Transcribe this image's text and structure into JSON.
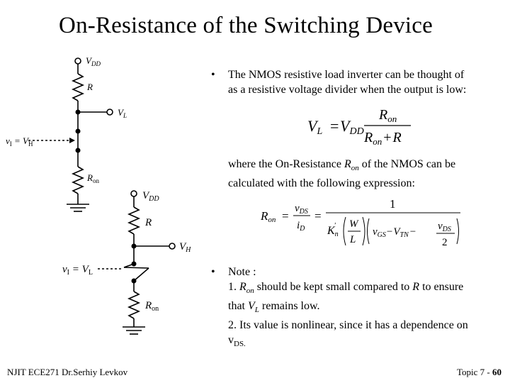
{
  "title": "On-Resistance of the Switching Device",
  "circuit1": {
    "vdd": "V",
    "vdd_sub": "DD",
    "r": "R",
    "vl": "V",
    "vl_sub": "L",
    "vi_pre": "v",
    "vi_pre_sub": "I",
    "vi_eq": " = V",
    "vi_eq_sub": "H",
    "ron": "R",
    "ron_sub": "on"
  },
  "circuit2": {
    "vdd": "V",
    "vdd_sub": "DD",
    "r": "R",
    "vh": "V",
    "vh_sub": "H",
    "vi_pre": "v",
    "vi_pre_sub": "I",
    "vi_eq": " = V",
    "vi_eq_sub": "L",
    "ron": "R",
    "ron_sub": "on"
  },
  "bullet1": {
    "marker": "•",
    "text_line1": "The NMOS resistive load inverter can be thought of",
    "text_line2": "as a resistive voltage divider when the output is low:"
  },
  "eq1": {
    "lhs": "V",
    "lhs_sub": "L",
    "eq": "=",
    "vdd": "V",
    "vdd_sub": "DD",
    "num": "R",
    "num_sub": "on",
    "den_a": "R",
    "den_a_sub": "on",
    "den_plus": "+",
    "den_b": "R"
  },
  "where_text": {
    "l1_a": "where the On-Resistance ",
    "l1_r": "R",
    "l1_sub": "on",
    "l1_b": " of the NMOS can be",
    "l2": "calculated with the following expression:"
  },
  "eq2": {
    "ron": "R",
    "ron_sub": "on",
    "eq1": "=",
    "vds": "v",
    "vds_sub": "DS",
    "id": "i",
    "id_sub": "D",
    "eq2": "=",
    "one": "1",
    "k": "K",
    "k_sub": "n",
    "k_sup": "'",
    "w": "W",
    "l": "L",
    "vgs": "v",
    "vgs_sub": "GS",
    "minus1": "−",
    "vtn": "V",
    "vtn_sub": "TN",
    "minus2": "−",
    "vds2": "v",
    "vds2_sub": "DS",
    "two": "2"
  },
  "bullet2": {
    "marker": "•",
    "note": "Note :",
    "n1_a": "1.  ",
    "n1_r": "R",
    "n1_sub": "on",
    "n1_b": " should be kept small compared to ",
    "n1_R": "R",
    "n1_c": " to ensure",
    "n2_a": "that ",
    "n2_v": "V",
    "n2_sub": "L",
    "n2_b": " remains low.",
    "n3": "2. Its value is nonlinear, since it has a dependence on",
    "n4_v": "v",
    "n4_sub": "DS."
  },
  "footer": {
    "left": "NJIT  ECE271   Dr.Serhiy Levkov",
    "right_a": "Topic 7 - ",
    "right_b": "60"
  }
}
